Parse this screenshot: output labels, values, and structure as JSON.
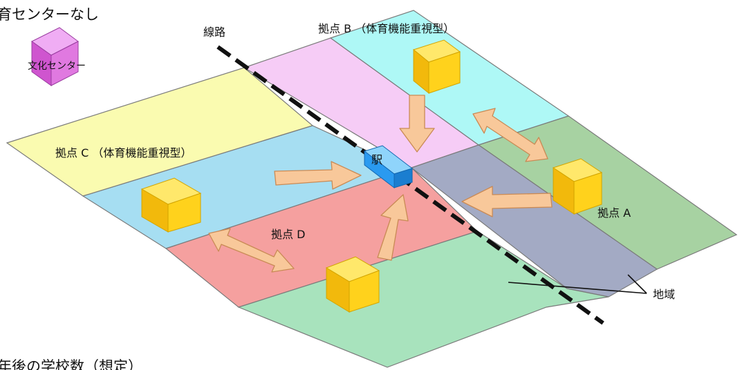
{
  "top_caption": "育センターなし",
  "bottom_caption": "年後の学校数（想定）",
  "line_label": "線路",
  "station_label": "駅",
  "region_label": "地域",
  "culture_center_label": "文化センター",
  "bases": {
    "a": "拠点 A",
    "b": "拠点 B （体育機能重視型）",
    "c": "拠点 C （体育機能重視型）",
    "d": "拠点 D"
  },
  "colors": {
    "yellow_zone": "#fafbb0",
    "pink_zone": "#f6ccf6",
    "cyan_zone": "#aef8f6",
    "green_zone": "#a7d2a2",
    "blue_zone": "#a6def2",
    "slate_zone": "#a3aac4",
    "red_zone": "#f5a09f",
    "mint_zone": "#a8e3bd",
    "arrow_fill": "#f8c89a",
    "cube_yellow": "#ffd21c",
    "station_blue": "#1e8fe6",
    "culture_magenta": "#e079e0"
  }
}
